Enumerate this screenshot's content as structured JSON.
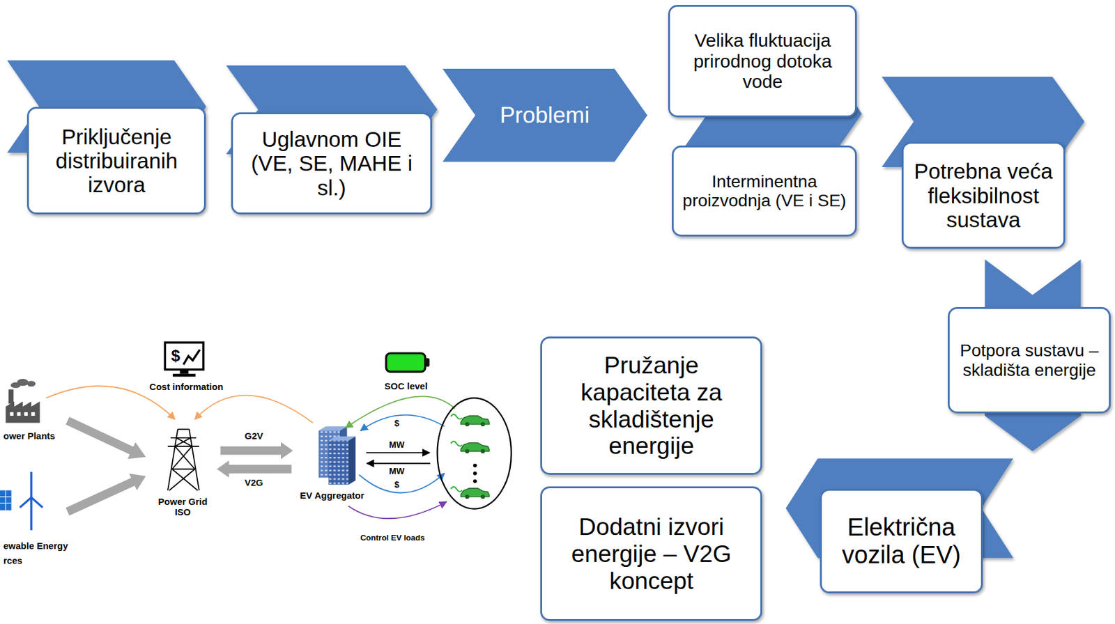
{
  "diagram": {
    "nodes": [
      {
        "text": [
          "Priključenje distribuiranih izvora"
        ]
      },
      {
        "text": [
          "Uglavnom OIE (VE, SE, MAHE i sl.)"
        ]
      },
      {
        "text": [
          "Problemi"
        ]
      },
      {
        "text": [
          "Velika fluktuacija prirodnog dotoka vode"
        ]
      },
      {
        "text": [
          "Interminentna proizvodnja (VE i SE)"
        ]
      },
      {
        "text": [
          "Potrebna veća fleksibilnost sustava"
        ]
      },
      {
        "text": [
          "Potpora sustavu – skladišta energije"
        ]
      },
      {
        "text": [
          "Električna vozila (EV)"
        ]
      },
      {
        "text": [
          "Pružanje kapaciteta za skladištenje energije"
        ]
      },
      {
        "text": [
          "Dodatni izvori energije – V2G koncept"
        ]
      }
    ],
    "labels": [
      "$",
      "Cost information",
      "SOC level",
      "ower Plants",
      "G2V",
      "$",
      "MW",
      "MW",
      "$",
      "V2G",
      "Power Grid ISO",
      "EV Aggregator",
      "ewable Energy",
      "rces",
      "Control EV loads"
    ]
  }
}
